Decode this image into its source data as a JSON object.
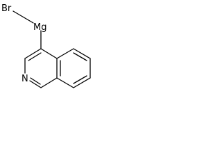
{
  "molecule": {
    "atoms": {
      "bromine": "Br",
      "magnesium": "Mg",
      "nitrogen": "N"
    },
    "colors": {
      "bond": "#000000",
      "label": "#000000",
      "background": "#ffffff"
    }
  }
}
